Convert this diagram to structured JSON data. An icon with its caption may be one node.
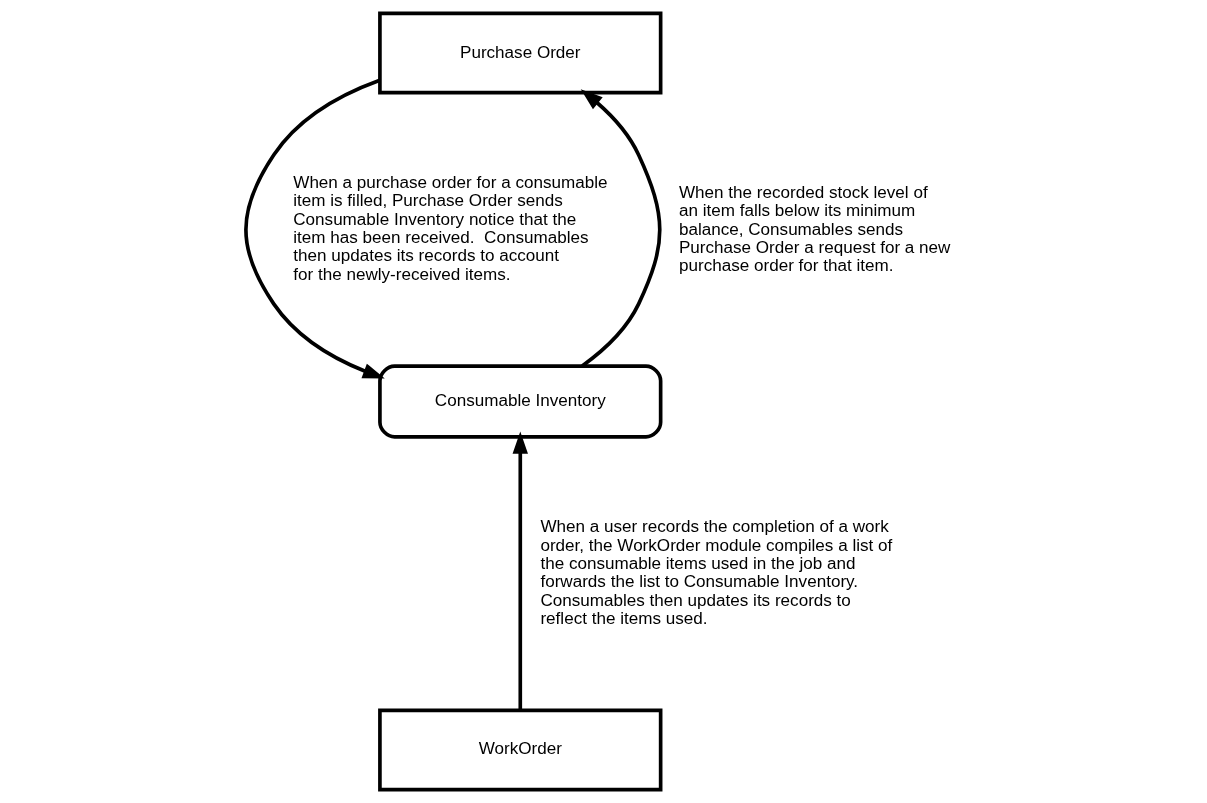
{
  "diagram": {
    "nodes": [
      {
        "text": [
          "Purchase Order"
        ]
      },
      {
        "text": [
          "Consumable Inventory"
        ]
      },
      {
        "text": [
          "WorkOrder"
        ]
      }
    ],
    "edges": [
      {
        "from": 0,
        "to": 1,
        "arrow": "to",
        "label": "When a purchase order for a consumable item is filled, Purchase Order sends Consumable Inventory notice that the item has been received.  Consumables then updates its records to account for the newly-received items."
      },
      {
        "from": 1,
        "to": 0,
        "arrow": "to",
        "label": "When the recorded stock level of an item falls below its minimum balance, Consumables sends Purchase Order a request for a new purchase order for that item."
      },
      {
        "from": 2,
        "to": 1,
        "arrow": "to",
        "label": "When a user records the completion of a work order, the WorkOrder module compiles a list of the consumable items used in the job and forwards the list to Consumable Inventory.  Consumables then updates its records to reflect the items used."
      }
    ]
  }
}
